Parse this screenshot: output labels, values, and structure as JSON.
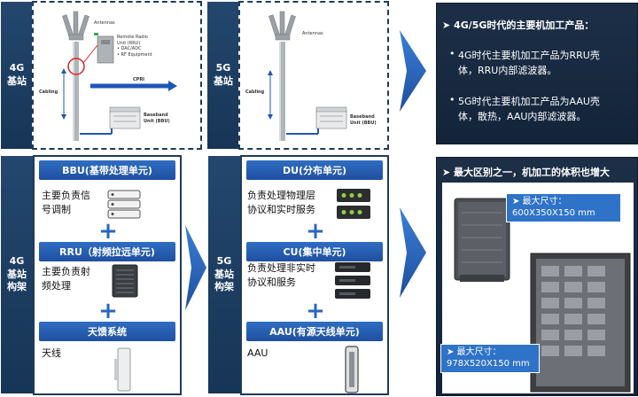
{
  "row1": {
    "side_4g": "4G\n基站",
    "side_5g": "5G\n基站",
    "labels_4g": {
      "antennas": "Antennas",
      "rru": "Remote Radio\nUnit (RRU)\n• DAC/ADC\n• RF Equipment",
      "cpri": "CPRI",
      "cabling": "Cabling",
      "bbu": "Baseband\nUnit (BBU)"
    },
    "labels_5g": {
      "antennas": "Antennas",
      "cabling": "Cabling",
      "bbu": "Baseband\nUnit (BBU)"
    },
    "info": {
      "title": "➤ 4G/5G时代的主要机加工产品：",
      "bullets": [
        "4G时代主要机加工产品为RRU壳\n体，RRU内部滤波器。",
        "5G时代主要机加工产品为AAU壳\n体，散热，AAU内部滤波器。"
      ],
      "bullet_mark": "•"
    }
  },
  "row2": {
    "side_4g": "4G\n基站\n构架",
    "side_5g": "5G\n基站\n构架",
    "col_4g": {
      "bbu_bar": "BBU(基带处理单元)",
      "bbu_desc": "主要负责信\n号调制",
      "rru_bar": "RRU（射频拉远单元)",
      "rru_desc": "主要负责射\n频处理",
      "ant_bar": "天馈系统",
      "ant_desc": "天线",
      "plus": "+"
    },
    "col_5g": {
      "du_bar": "DU(分布单元)",
      "du_desc": "负责处理物理层\n协议和实时服务",
      "cu_bar": "CU(集中单元)",
      "cu_desc": "负责处理非实时\n协议和服务",
      "aau_bar": "AAU(有源天线单元)",
      "aau_desc": "AAU",
      "plus": "+"
    },
    "right": {
      "title": "➤ 最大区别之一，机加工的体积也增大",
      "callout1": "➤ 最大尺寸：\n600X350X150 mm",
      "callout2": "➤ 最大尺寸：\n978X520X150 mm"
    }
  },
  "colors": {
    "navy": "#1f3b5c",
    "accent_blue": "#2a66c4",
    "arrow_blue": "#2458b0"
  }
}
